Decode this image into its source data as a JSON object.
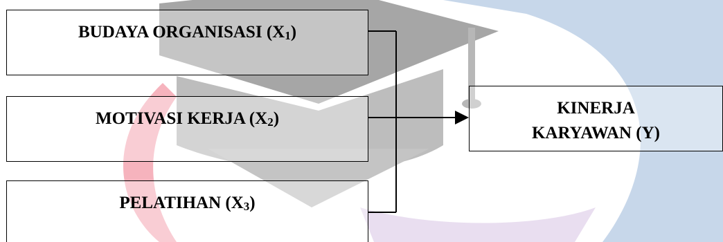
{
  "boxes": {
    "x1": {
      "text": "BUDAYA ORGANISASI (X",
      "sub": "1",
      "close": ")"
    },
    "x2": {
      "text": "MOTIVASI KERJA (X",
      "sub": "2",
      "close": ")"
    },
    "x3": {
      "text": "PELATIHAN (X",
      "sub": "3",
      "close": ")"
    },
    "y": {
      "line1": "KINERJA",
      "line2": "KARYAWAN (Y)"
    }
  },
  "colors": {
    "watermark_gray": "#9b9b9b",
    "watermark_blue": "#bcd0e6",
    "watermark_red": "#f4a9b4",
    "line": "#000000"
  }
}
